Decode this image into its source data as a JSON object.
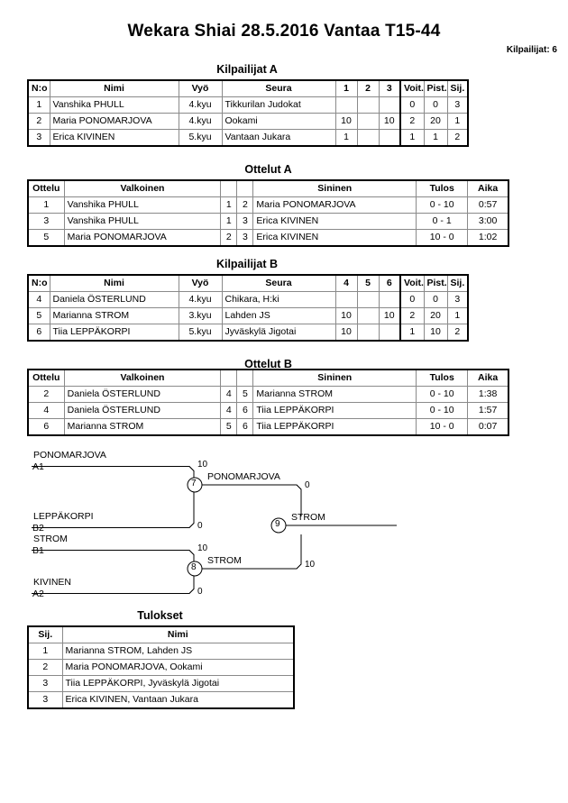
{
  "header": {
    "title": "Wekara Shiai  28.5.2016  Vantaa   T15-44",
    "entrant_count": "Kilpailijat: 6"
  },
  "pools": [
    {
      "caption": "Kilpailijat A",
      "headers": [
        "N:o",
        "Nimi",
        "Vyö",
        "Seura",
        "1",
        "2",
        "3",
        "Voit.",
        "Pist.",
        "Sij."
      ],
      "rows": [
        {
          "no": "1",
          "name": "Vanshika PHULL",
          "grade": "4.kyu",
          "club": "Tikkurilan Judokat",
          "s1": "",
          "s2": "",
          "s3": "",
          "wins": "0",
          "points": "0",
          "rank": "3"
        },
        {
          "no": "2",
          "name": "Maria PONOMARJOVA",
          "grade": "4.kyu",
          "club": "Ookami",
          "s1": "10",
          "s2": "",
          "s3": "10",
          "wins": "2",
          "points": "20",
          "rank": "1"
        },
        {
          "no": "3",
          "name": "Erica KIVINEN",
          "grade": "5.kyu",
          "club": "Vantaan Jukara",
          "s1": "1",
          "s2": "",
          "s3": "",
          "wins": "1",
          "points": "1",
          "rank": "2"
        }
      ]
    },
    {
      "caption": "Kilpailijat B",
      "headers": [
        "N:o",
        "Nimi",
        "Vyö",
        "Seura",
        "4",
        "5",
        "6",
        "Voit.",
        "Pist.",
        "Sij."
      ],
      "rows": [
        {
          "no": "4",
          "name": "Daniela ÖSTERLUND",
          "grade": "4.kyu",
          "club": "Chikara, H:ki",
          "s1": "",
          "s2": "",
          "s3": "",
          "wins": "0",
          "points": "0",
          "rank": "3"
        },
        {
          "no": "5",
          "name": "Marianna STROM",
          "grade": "3.kyu",
          "club": "Lahden JS",
          "s1": "10",
          "s2": "",
          "s3": "10",
          "wins": "2",
          "points": "20",
          "rank": "1"
        },
        {
          "no": "6",
          "name": "Tiia LEPPÄKORPI",
          "grade": "5.kyu",
          "club": "Jyväskylä Jigotai",
          "s1": "10",
          "s2": "",
          "s3": "",
          "wins": "1",
          "points": "10",
          "rank": "2"
        }
      ]
    }
  ],
  "matches": [
    {
      "caption": "Ottelut A",
      "headers": [
        "Ottelu",
        "Valkoinen",
        "",
        "",
        "Sininen",
        "Tulos",
        "Aika"
      ],
      "rows": [
        {
          "match": "1",
          "white": "Vanshika PHULL",
          "wno": "1",
          "bno": "2",
          "blue": "Maria PONOMARJOVA",
          "result": "0 - 10",
          "time": "0:57"
        },
        {
          "match": "3",
          "white": "Vanshika PHULL",
          "wno": "1",
          "bno": "3",
          "blue": "Erica KIVINEN",
          "result": "0 - 1",
          "time": "3:00"
        },
        {
          "match": "5",
          "white": "Maria PONOMARJOVA",
          "wno": "2",
          "bno": "3",
          "blue": "Erica KIVINEN",
          "result": "10 - 0",
          "time": "1:02"
        }
      ]
    },
    {
      "caption": "Ottelut B",
      "headers": [
        "Ottelu",
        "Valkoinen",
        "",
        "",
        "Sininen",
        "Tulos",
        "Aika"
      ],
      "rows": [
        {
          "match": "2",
          "white": "Daniela ÖSTERLUND",
          "wno": "4",
          "bno": "5",
          "blue": "Marianna STROM",
          "result": "0 - 10",
          "time": "1:38"
        },
        {
          "match": "4",
          "white": "Daniela ÖSTERLUND",
          "wno": "4",
          "bno": "6",
          "blue": "Tiia LEPPÄKORPI",
          "result": "0 - 10",
          "time": "1:57"
        },
        {
          "match": "6",
          "white": "Marianna STROM",
          "wno": "5",
          "bno": "6",
          "blue": "Tiia LEPPÄKORPI",
          "result": "10 - 0",
          "time": "0:07"
        }
      ]
    }
  ],
  "bracket": {
    "entrants": [
      {
        "name": "PONOMARJOVA",
        "seed": "A1"
      },
      {
        "name": "LEPPÄKORPI",
        "seed": "B2"
      },
      {
        "name": "STROM",
        "seed": "B1"
      },
      {
        "name": "KIVINEN",
        "seed": "A2"
      }
    ],
    "nodes": [
      {
        "id": "7",
        "winner": "PONOMARJOVA",
        "top_score": "10",
        "bottom_score": "0"
      },
      {
        "id": "8",
        "winner": "STROM",
        "top_score": "10",
        "bottom_score": "0"
      },
      {
        "id": "9",
        "winner": "STROM",
        "top_score": "0",
        "bottom_score": "10"
      }
    ]
  },
  "results": {
    "caption": "Tulokset",
    "headers": [
      "Sij.",
      "Nimi"
    ],
    "rows": [
      {
        "rank": "1",
        "name": "Marianna STROM, Lahden JS"
      },
      {
        "rank": "2",
        "name": "Maria PONOMARJOVA, Ookami"
      },
      {
        "rank": "3",
        "name": "Tiia LEPPÄKORPI, Jyväskylä Jigotai"
      },
      {
        "rank": "3",
        "name": "Erica KIVINEN, Vantaan Jukara"
      }
    ]
  }
}
